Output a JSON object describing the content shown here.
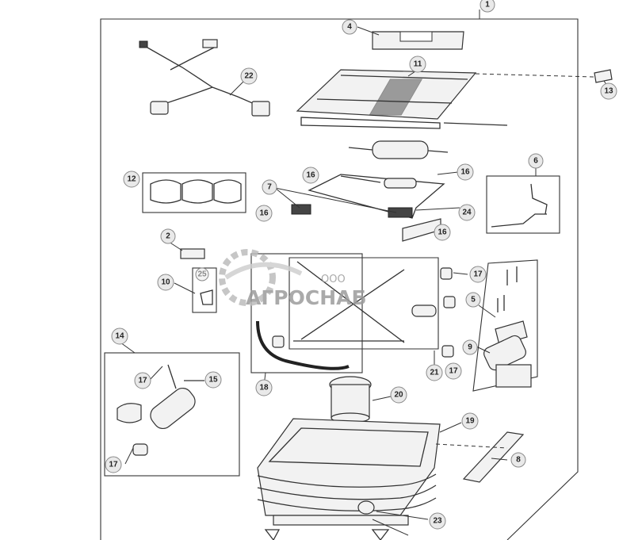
{
  "diagram": {
    "callouts": [
      {
        "id": "c1",
        "label": "1"
      },
      {
        "id": "c2",
        "label": "2"
      },
      {
        "id": "c4",
        "label": "4"
      },
      {
        "id": "c5",
        "label": "5"
      },
      {
        "id": "c6",
        "label": "6"
      },
      {
        "id": "c7",
        "label": "7"
      },
      {
        "id": "c8",
        "label": "8"
      },
      {
        "id": "c9",
        "label": "9"
      },
      {
        "id": "c10",
        "label": "10"
      },
      {
        "id": "c11",
        "label": "11"
      },
      {
        "id": "c12",
        "label": "12"
      },
      {
        "id": "c13",
        "label": "13"
      },
      {
        "id": "c14",
        "label": "14"
      },
      {
        "id": "c15",
        "label": "15"
      },
      {
        "id": "c16a",
        "label": "16"
      },
      {
        "id": "c16b",
        "label": "16"
      },
      {
        "id": "c16c",
        "label": "16"
      },
      {
        "id": "c16d",
        "label": "16"
      },
      {
        "id": "c17a",
        "label": "17"
      },
      {
        "id": "c17b",
        "label": "17"
      },
      {
        "id": "c17c",
        "label": "17"
      },
      {
        "id": "c17d",
        "label": "17"
      },
      {
        "id": "c18",
        "label": "18"
      },
      {
        "id": "c19",
        "label": "19"
      },
      {
        "id": "c20",
        "label": "20"
      },
      {
        "id": "c21",
        "label": "21"
      },
      {
        "id": "c22",
        "label": "22"
      },
      {
        "id": "c23",
        "label": "23"
      },
      {
        "id": "c24",
        "label": "24"
      },
      {
        "id": "c25",
        "label": "25"
      }
    ]
  },
  "watermark": {
    "small_text": "ООО",
    "brand_text": "АГРОСНАБ"
  }
}
